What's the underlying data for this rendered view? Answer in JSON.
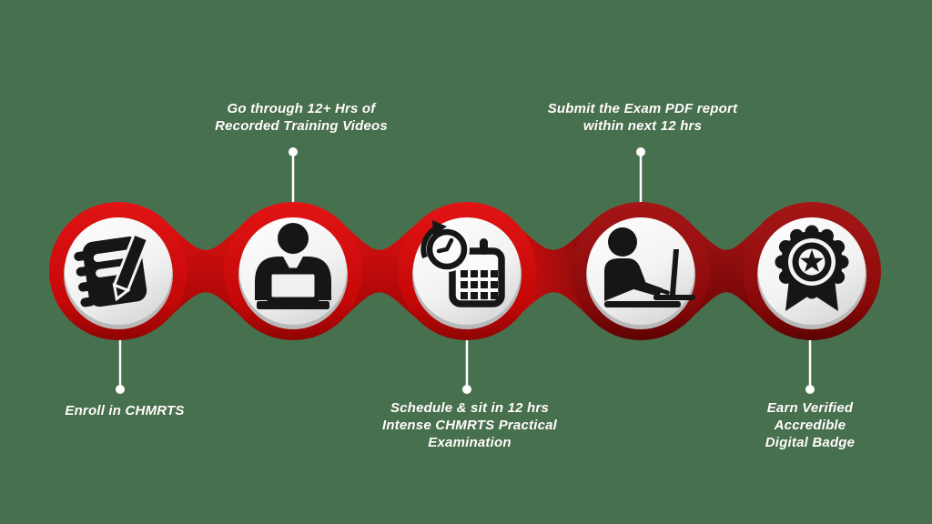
{
  "background_color": "#47714E",
  "colors": {
    "ring_bright_red": "#D40D0D",
    "ring_dark_red": "#9B1111",
    "icon_black": "#161616",
    "inner_circle": "#F4F4F4",
    "label_text": "#FFFFFF"
  },
  "steps": [
    {
      "label": "Enroll in CHMRTS",
      "icon": "notepad-pencil-icon",
      "label_position": "below",
      "ring_style": "bright"
    },
    {
      "label": "Go through 12+ Hrs of\nRecorded Training Videos",
      "icon": "trainer-at-desk-icon",
      "label_position": "above",
      "ring_style": "bright"
    },
    {
      "label": "Schedule & sit in 12 hrs\nIntense CHMRTS Practical\nExamination",
      "icon": "calendar-clock-icon",
      "label_position": "below",
      "ring_style": "bright"
    },
    {
      "label": "Submit the Exam PDF report\nwithin next 12 hrs",
      "icon": "person-laptop-icon",
      "label_position": "above",
      "ring_style": "dark"
    },
    {
      "label": "Earn Verified\nAccredible\nDigital Badge",
      "icon": "award-badge-icon",
      "label_position": "below",
      "ring_style": "dark"
    }
  ]
}
